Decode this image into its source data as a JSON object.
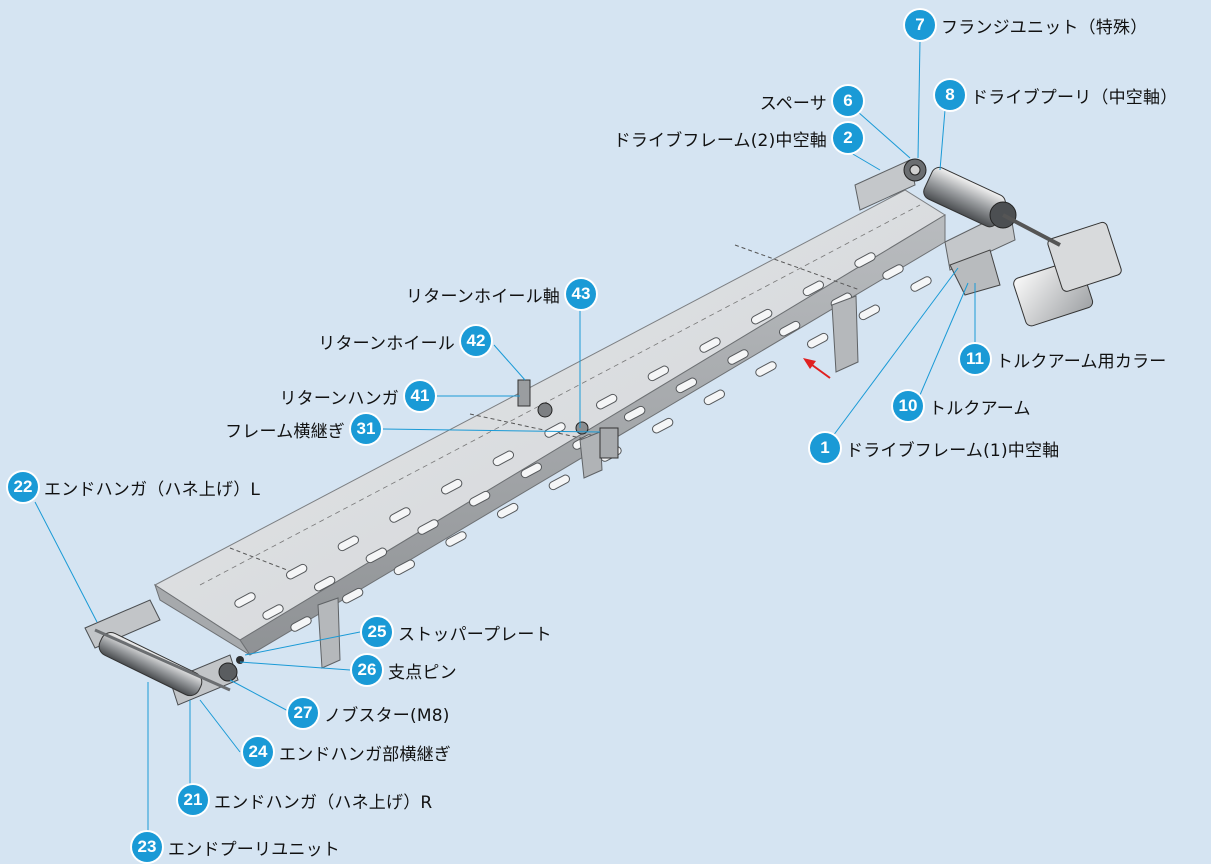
{
  "colors": {
    "background": "#d5e4f2",
    "badge": "#1a9ad6",
    "leader_line": "#1a9ad6",
    "frame": "#c6c9cc",
    "arrow": "#e02020"
  },
  "callouts": [
    {
      "id": "7",
      "label": "フランジユニット（特殊）"
    },
    {
      "id": "8",
      "label": "ドライブプーリ（中空軸）"
    },
    {
      "id": "6",
      "label": "スペーサ"
    },
    {
      "id": "2",
      "label": "ドライブフレーム(2)中空軸"
    },
    {
      "id": "43",
      "label": "リターンホイール軸"
    },
    {
      "id": "42",
      "label": "リターンホイール"
    },
    {
      "id": "41",
      "label": "リターンハンガ"
    },
    {
      "id": "31",
      "label": "フレーム横継ぎ"
    },
    {
      "id": "11",
      "label": "トルクアーム用カラー"
    },
    {
      "id": "10",
      "label": "トルクアーム"
    },
    {
      "id": "1",
      "label": "ドライブフレーム(1)中空軸"
    },
    {
      "id": "22",
      "label": "エンドハンガ（ハネ上げ）L"
    },
    {
      "id": "25",
      "label": "ストッパープレート"
    },
    {
      "id": "26",
      "label": "支点ピン"
    },
    {
      "id": "27",
      "label": "ノブスター(M8)"
    },
    {
      "id": "24",
      "label": "エンドハンガ部横継ぎ"
    },
    {
      "id": "21",
      "label": "エンドハンガ（ハネ上げ）R"
    },
    {
      "id": "23",
      "label": "エンドプーリユニット"
    }
  ]
}
